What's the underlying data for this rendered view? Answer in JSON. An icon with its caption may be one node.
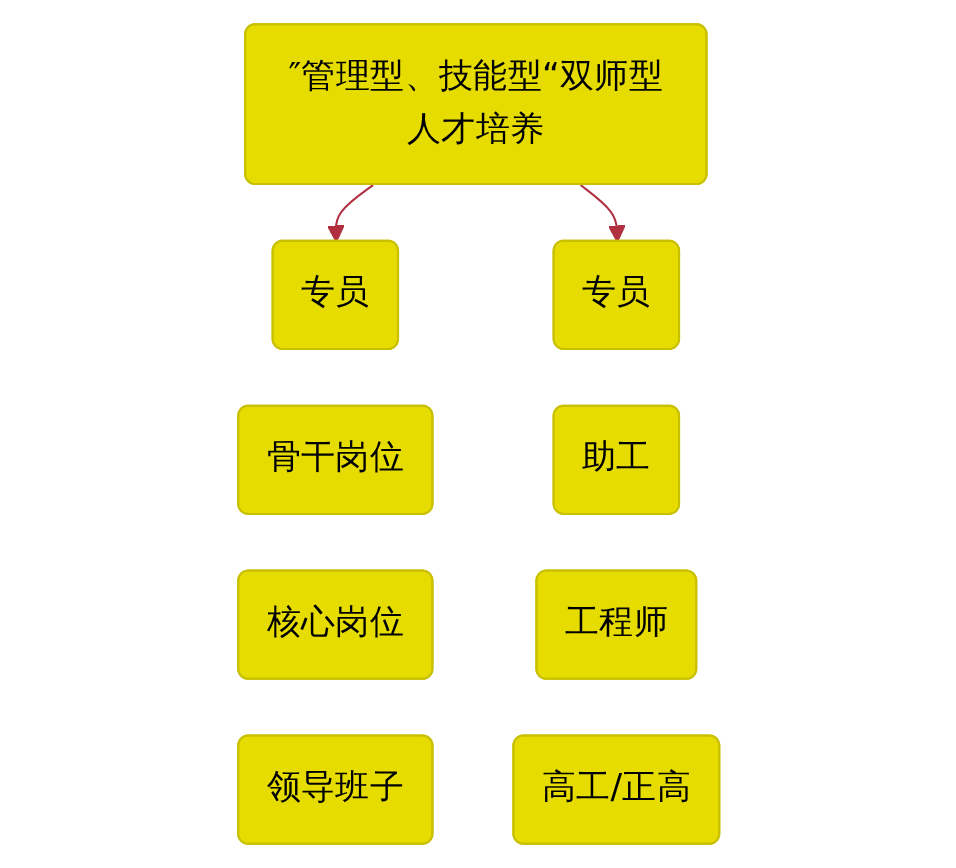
{
  "diagram": {
    "nodes": [
      {
        "text": [
          "″管理型、技能型“双师型人才培养"
        ]
      },
      {
        "text": [
          "专员"
        ]
      },
      {
        "text": [
          "专员"
        ]
      },
      {
        "text": [
          "骨干岗位"
        ]
      },
      {
        "text": [
          "助工"
        ]
      },
      {
        "text": [
          "核心岗位"
        ]
      },
      {
        "text": [
          "工程师"
        ]
      },
      {
        "text": [
          "领导班子"
        ]
      },
      {
        "text": [
          "高工/正高"
        ]
      }
    ],
    "edges": [
      {
        "from": 0,
        "to": 1,
        "arrow": "to",
        "color": "#b03040"
      },
      {
        "from": 0,
        "to": 2,
        "arrow": "to",
        "color": "#b03040"
      }
    ]
  }
}
